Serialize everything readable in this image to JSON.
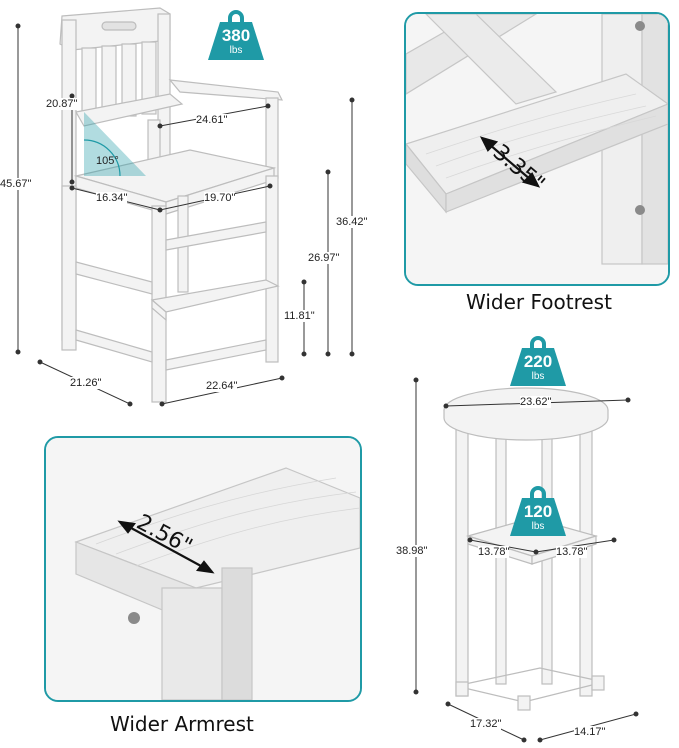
{
  "chair": {
    "dims": {
      "total_height": "45.67\"",
      "back_height": "20.87\"",
      "arm_width": "24.61\"",
      "angle": "105°",
      "seat_depth": "16.34\"",
      "seat_width": "19.70\"",
      "arm_to_floor": "36.42\"",
      "seat_to_floor": "26.97\"",
      "footrest_height": "11.81\"",
      "base_depth": "21.26\"",
      "base_width": "22.64\""
    },
    "weight": {
      "value": "380",
      "unit": "lbs"
    }
  },
  "footrest_panel": {
    "dimension": "3.35\"",
    "caption": "Wider Footrest"
  },
  "armrest_panel": {
    "dimension": "2.56\"",
    "caption": "Wider Armrest"
  },
  "table": {
    "top_weight": {
      "value": "220",
      "unit": "lbs"
    },
    "shelf_weight": {
      "value": "120",
      "unit": "lbs"
    },
    "dims": {
      "top_diameter": "23.62\"",
      "height": "38.98\"",
      "shelf_left": "13.78\"",
      "shelf_right": "13.78\"",
      "base_depth": "17.32\"",
      "base_width": "14.17\""
    }
  },
  "colors": {
    "accent": "#1f9aa6",
    "wood": "#f2f2f2",
    "outline": "#b8b8b8"
  }
}
